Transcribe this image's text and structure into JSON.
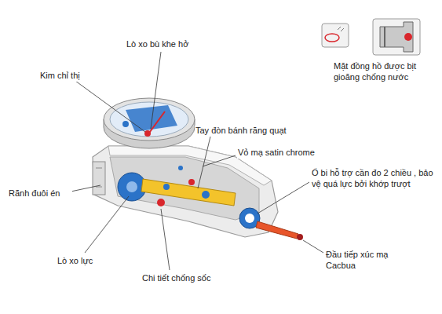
{
  "diagram": {
    "labels": [
      "Kim chỉ thị",
      "Lò xo bù khe hở",
      "Mặt đồng hồ được bịt gioăng chống nước",
      "Tay đòn bánh răng quạt",
      "Vỏ mạ satin chrome",
      "Ổ bi hỗ trợ cần đo 2 chiều , bảo vệ quá lực bởi khớp trượt",
      "Rãnh đuôi én",
      "Lò xo lực",
      "Chi tiết chống sốc",
      "Đầu tiếp xúc mạ Cacbua"
    ]
  }
}
